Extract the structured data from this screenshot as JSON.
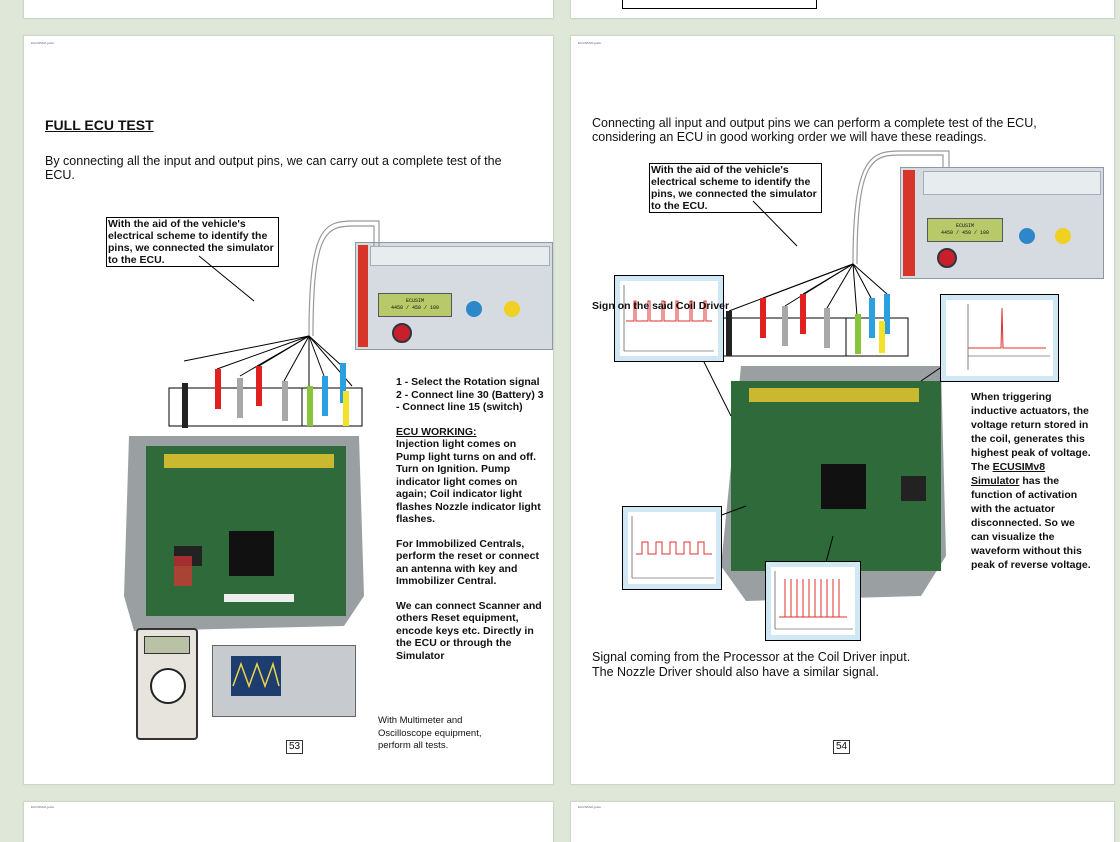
{
  "left_page": {
    "header_tiny": "ECUSIMv8 guide",
    "title": "FULL ECU TEST",
    "intro": "By connecting all the input and output pins, we can carry out a complete test of the ECU.",
    "callout": "With the aid of the vehicle's electrical scheme to identify the pins, we connected the simulator to the ECU.",
    "steps": "1 - Select the Rotation signal 2 - Connect line 30 (Battery) 3 - Connect line 15 (switch)",
    "ecu_working_title": "ECU WORKING:",
    "ecu_working_body": "Injection light comes on Pump light turns on and off. Turn on Ignition. Pump indicator light comes on again; Coil indicator light flashes Nozzle indicator light flashes.",
    "immobilized": "For Immobilized Centrals, perform the reset or connect an antenna with key and Immobilizer Central.",
    "scanner": "We can connect Scanner and others Reset equipment, encode keys etc. Directly in the ECU or through the Simulator",
    "multimeter_note": "With Multimeter and Oscilloscope equipment, perform all tests.",
    "page_number": "53"
  },
  "right_page": {
    "header_tiny": "ECUSIMv8 guide",
    "intro": "Connecting all input and output pins we can perform a complete test of the ECU, considering an ECU in good working order we will have these readings.",
    "callout": "With the aid of the vehicle's electrical scheme to identify the pins, we connected the simulator to the ECU.",
    "coil_label": "Sign on the said Coil Driver",
    "side_text_1": "When triggering inductive actuators, the voltage return stored in the coil, generates this highest peak of voltage.",
    "side_text_the": "The",
    "side_text_link": "ECUSIMv8 Simulator",
    "side_text_2": "has the function of activation with the actuator disconnected.",
    "side_text_3": "So we can visualize the waveform without this peak of reverse voltage.",
    "bottom_line1": "Signal coming from the Processor at the Coil Driver input.",
    "bottom_line2": "The Nozzle Driver should also have a similar signal.",
    "page_number": "54"
  },
  "simulator": {
    "display_line1": "ECUSIM",
    "display_line2": "4450 / 450 / 100"
  },
  "colors": {
    "background": "#dfe8d8",
    "probe_red": "#e32020",
    "probe_blue": "#2aa0e0",
    "probe_yellow": "#f2e32a",
    "probe_green": "#8ac43a",
    "probe_gray": "#a8a8a8",
    "pcb_green": "#2f6b3a",
    "wave_red": "#e03030"
  }
}
